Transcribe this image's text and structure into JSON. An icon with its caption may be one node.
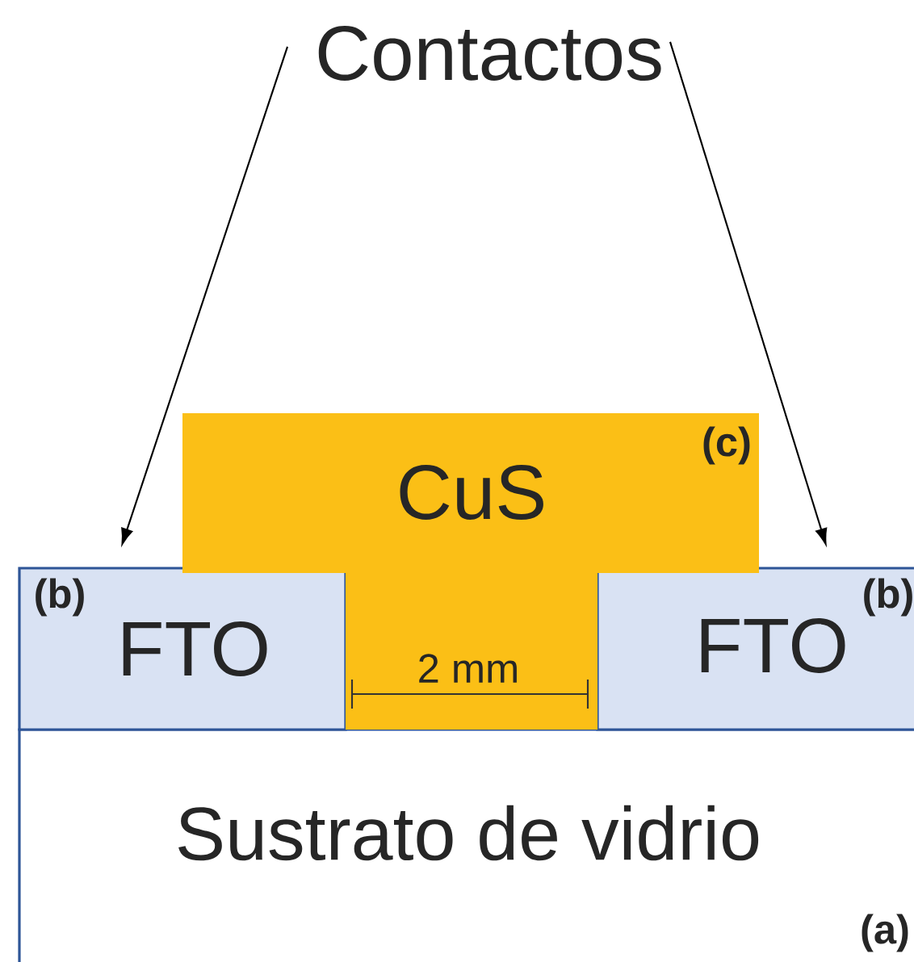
{
  "diagram": {
    "nodes": [
      {
        "text": [
          "Contactos"
        ]
      },
      {
        "text": [
          "Sustrato de vidrio",
          "(a)"
        ]
      },
      {
        "text": [
          "FTO",
          "(b)"
        ]
      },
      {
        "text": [
          "FTO",
          "(b)"
        ]
      },
      {
        "text": [
          "CuS",
          "(c)"
        ]
      }
    ],
    "edges": [
      {
        "from": 0,
        "to": 2,
        "arrow": "to"
      },
      {
        "from": 0,
        "to": 3,
        "arrow": "to"
      }
    ],
    "labels": [
      "2 mm"
    ]
  }
}
